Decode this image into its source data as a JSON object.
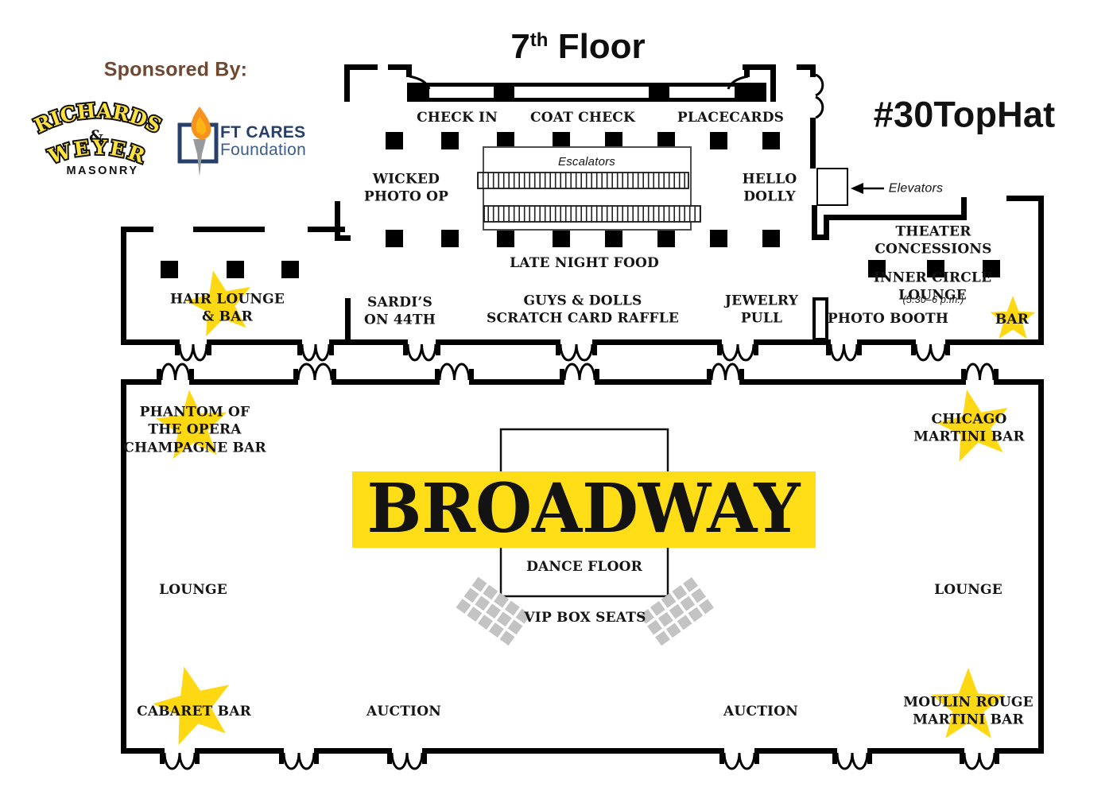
{
  "header": {
    "floor_number": "7",
    "floor_suffix": "th",
    "floor_word": "Floor",
    "hashtag": "#30TopHat"
  },
  "sponsor": {
    "heading": "Sponsored By:",
    "richards_weyer": {
      "line1": "RICHARDS",
      "amp": "&",
      "line2": "WEYER",
      "line3": "MASONRY"
    },
    "ft_cares": {
      "line1": "FT CARES",
      "line2": "Foundation"
    }
  },
  "labels": {
    "check_in": "CHECK IN",
    "coat_check": "COAT CHECK",
    "placecards": "PLACECARDS",
    "escalators": "Escalators",
    "elevators": "Elevators",
    "wicked_photo_op": "WICKED\nPHOTO OP",
    "hello_dolly": "HELLO\nDOLLY",
    "late_night_food": "LATE NIGHT FOOD",
    "theater_concessions": "THEATER CONCESSIONS",
    "inner_circle_lounge": "INNER CIRCLE LOUNGE",
    "inner_circle_hours": "(5:30–6 p.m.)",
    "photo_booth": "PHOTO BOOTH",
    "bar": "BAR",
    "hair_lounge_bar": "HAIR LOUNGE\n& BAR",
    "sardis": "SARDI’S\nON 44TH",
    "guys_and_dolls": "GUYS & DOLLS\nSCRATCH CARD RAFFLE",
    "jewelry_pull": "JEWELRY\nPULL",
    "phantom": "PHANTOM OF\nTHE OPERA\nCHAMPAGNE BAR",
    "chicago": "CHICAGO\nMARTINI BAR",
    "broadway": "BROADWAY",
    "dance_floor": "DANCE FLOOR",
    "vip_box_seats": "VIP BOX SEATS",
    "lounge_left": "LOUNGE",
    "lounge_right": "LOUNGE",
    "cabaret_bar": "CABARET BAR",
    "auction_left": "AUCTION",
    "auction_right": "AUCTION",
    "moulin_rouge": "MOULIN ROUGE\nMARTINI BAR"
  },
  "colors": {
    "star_yellow": "#FFD814",
    "banner_yellow": "#FFDE17",
    "sponsor_brown": "#6F4832",
    "navy": "#27406B",
    "navy_light": "#3D5E8C",
    "rw_yellow": "#FFE23D",
    "seat_gray": "#C3C3C3",
    "wall_black": "#000000"
  }
}
